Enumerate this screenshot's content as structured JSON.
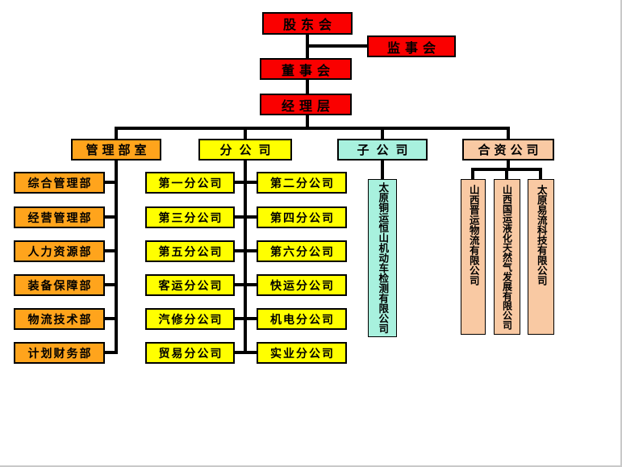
{
  "top_level": {
    "shareholders": "股东会",
    "supervisory_board": "监事会",
    "board_of_directors": "董事会",
    "executive_level": "经理层"
  },
  "groups": {
    "management_departments": {
      "label": "管理部室",
      "items": [
        "综合管理部",
        "经营管理部",
        "人力资源部",
        "装备保障部",
        "物流技术部",
        "计划财务部"
      ]
    },
    "branch_companies": {
      "label": "分公司",
      "left_column": [
        "第一分公司",
        "第三分公司",
        "第五分公司",
        "客运分公司",
        "汽修分公司",
        "贸易分公司"
      ],
      "right_column": [
        "第二分公司",
        "第四分公司",
        "第六分公司",
        "快运分公司",
        "机电分公司",
        "实业分公司"
      ]
    },
    "subsidiaries": {
      "label": "子公司",
      "items": [
        "太原铜运恒山机动车检测有限公司"
      ]
    },
    "joint_ventures": {
      "label": "合资公司",
      "items": [
        "山西晋运物流有限公司",
        "山西国运液化天然气发展有限公司",
        "太原易流科技有限公司"
      ]
    }
  },
  "colors": {
    "top_level_box": "#fa0000",
    "management_box": "#ffa41c",
    "branch_box": "#ffff00",
    "subsidiary_box": "#a8f1de",
    "joint_venture_box": "#f9c9a3",
    "connector_line": "#000000",
    "text": "#000000"
  }
}
